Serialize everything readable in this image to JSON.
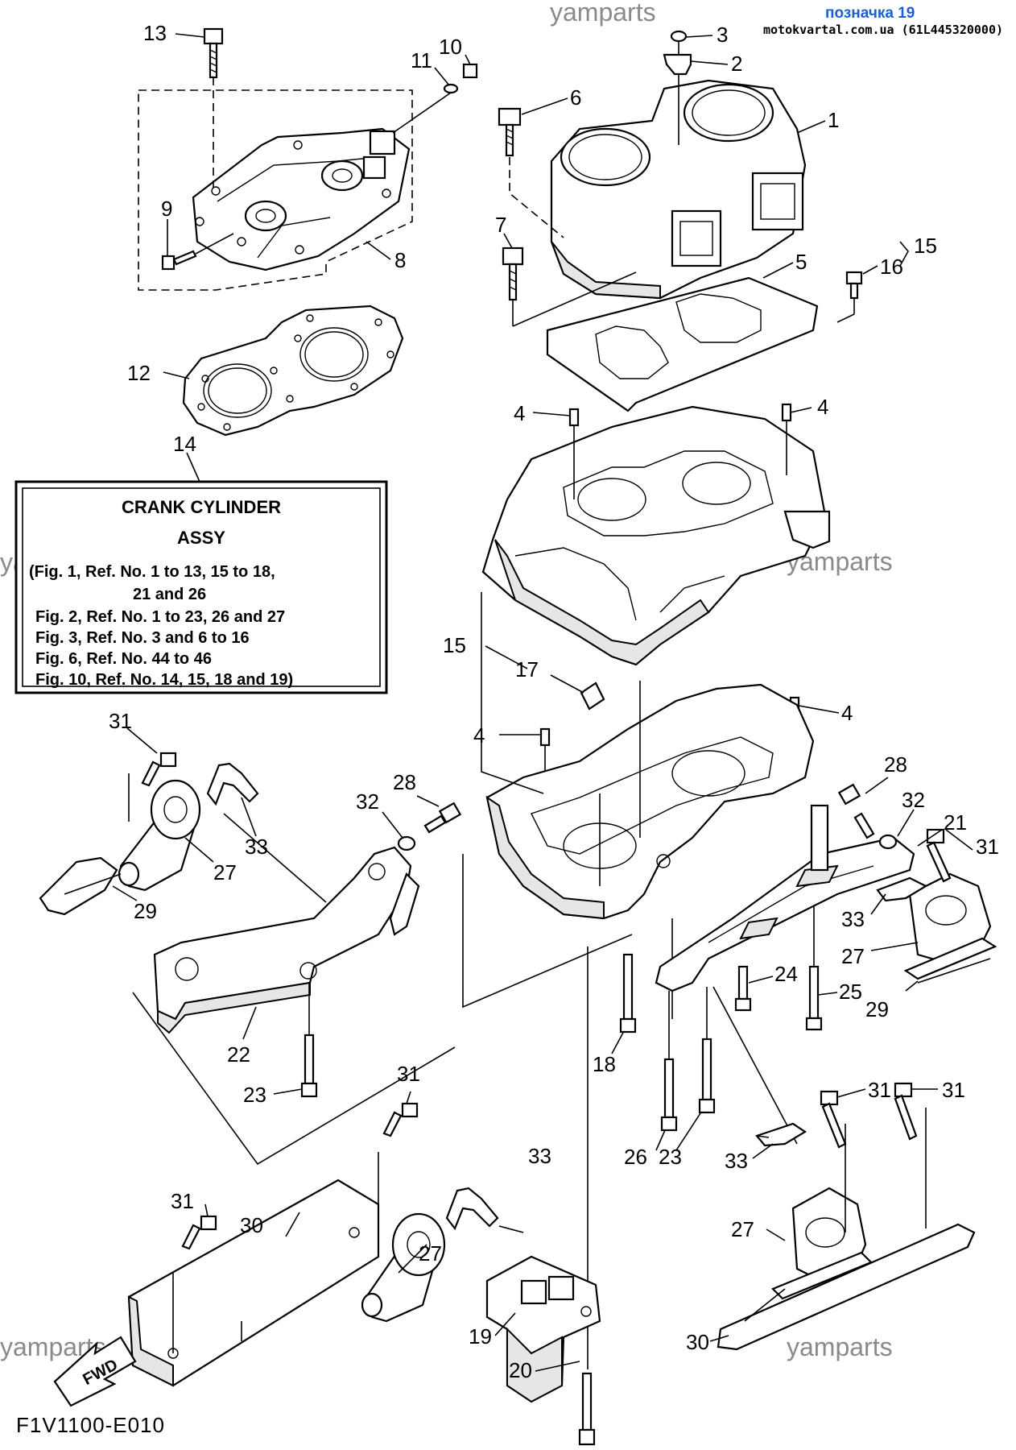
{
  "header": {
    "label": "позначка 19",
    "site": "motokvartal.com.ua (61L445320000)"
  },
  "watermarks": [
    "yamparts",
    "yamparts",
    "yamparts",
    "yamparts",
    "yamparts"
  ],
  "assy_box": {
    "title": "CRANK CYLINDER",
    "subtitle": "ASSY",
    "lines": [
      "(Fig. 1, Ref. No. 1 to 13, 15 to 18,",
      "21 and 26",
      "Fig. 2, Ref. No. 1 to 23, 26 and 27",
      "Fig. 3, Ref. No. 3 and 6 to 16",
      "Fig. 6, Ref. No. 44 to 46",
      "Fig. 10, Ref. No. 14, 15, 18 and 19)"
    ]
  },
  "fwd_label": "FWD",
  "figure_code": "F1V1100-E010",
  "callouts": [
    "13",
    "10",
    "11",
    "3",
    "2",
    "6",
    "1",
    "9",
    "8",
    "7",
    "5",
    "16",
    "15",
    "12",
    "4",
    "4",
    "14",
    "15",
    "17",
    "4",
    "4",
    "31",
    "28",
    "32",
    "28",
    "32",
    "21",
    "31",
    "33",
    "27",
    "29",
    "33",
    "27",
    "24",
    "25",
    "29",
    "22",
    "23",
    "18",
    "31",
    "31",
    "31",
    "33",
    "26",
    "23",
    "33",
    "27",
    "30",
    "31",
    "27",
    "30",
    "19",
    "20"
  ]
}
